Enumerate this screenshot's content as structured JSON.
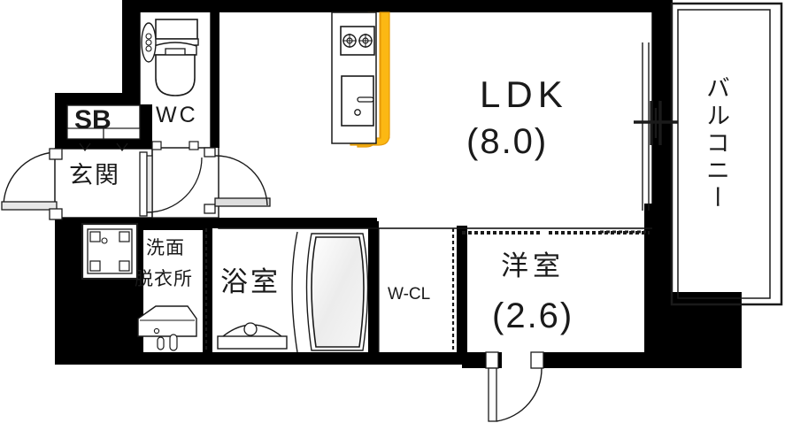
{
  "plan": {
    "type": "floor-plan",
    "unit_layout": "1K",
    "rooms": [
      {
        "key": "ldk",
        "name": "LDK",
        "area_label": "(8.0)",
        "area_jo": 8.0
      },
      {
        "key": "bedroom",
        "name": "洋室",
        "area_label": "(2.6)",
        "area_jo": 2.6
      },
      {
        "key": "balcony",
        "name": "バルコニー",
        "area_label": "",
        "area_jo": null
      },
      {
        "key": "bath",
        "name": "浴室",
        "area_label": "",
        "area_jo": null
      },
      {
        "key": "washroom",
        "name_line1": "洗面",
        "name_line2": "脱衣所",
        "area_label": "",
        "area_jo": null
      },
      {
        "key": "wc",
        "name": "WC",
        "area_label": "",
        "area_jo": null
      },
      {
        "key": "entrance",
        "name": "玄関",
        "area_label": "",
        "area_jo": null
      },
      {
        "key": "shoebox",
        "name": "SB",
        "area_label": "",
        "area_jo": null
      },
      {
        "key": "closet",
        "name": "W-CL",
        "area_label": "",
        "area_jo": null
      }
    ],
    "fixtures": [
      "gas-stove-2-burner",
      "kitchen-sink",
      "kitchen-counter-edge",
      "toilet",
      "washing-machine-pan",
      "vanity-sink",
      "bathtub",
      "bath-sink"
    ],
    "colors": {
      "wall": "#000000",
      "line": "#1a1a1a",
      "counter_accent": "#FCB813",
      "counter_accent_dark": "#E49A0B",
      "background": "#ffffff",
      "tub_fill": "#f2f2f2",
      "door_panel": "#ffffff"
    }
  }
}
